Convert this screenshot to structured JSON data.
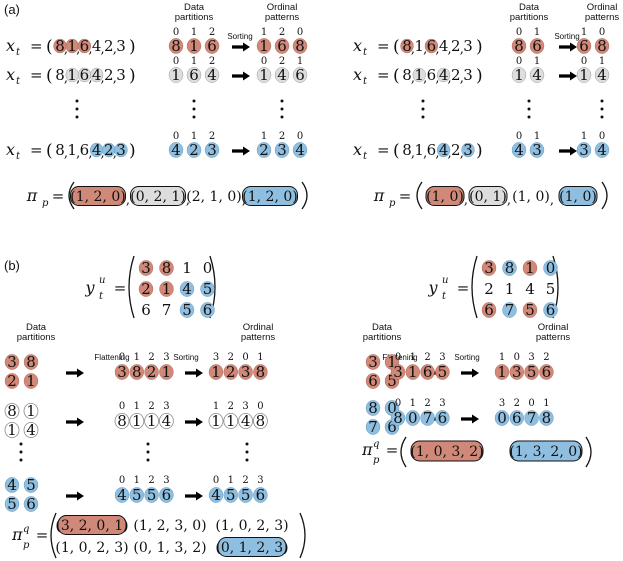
{
  "colors": {
    "red": "#d08878",
    "red_stroke": "#a86050",
    "blue": "#8fbfe0",
    "blue_stroke": "#5a90b8",
    "gray": "#dddddd",
    "gray_stroke": "#888888",
    "arrow": "#000000"
  },
  "panel_a": {
    "label": "(a)",
    "header_data": "Data\npartitions",
    "header_ordinal": "Ordinal\npatterns",
    "sorting": "Sorting",
    "xt": "x",
    "xt_sub": "t",
    "left": {
      "rows": [
        {
          "seq": [
            "8",
            "1",
            "6",
            "4",
            "2",
            "3"
          ],
          "hl": [
            0,
            1,
            2
          ],
          "color": "red",
          "idx": [
            "0",
            "1",
            "2"
          ],
          "part": [
            "8",
            "1",
            "6"
          ],
          "oidx": [
            "1",
            "2",
            "0"
          ],
          "ord": [
            "1",
            "6",
            "8"
          ]
        },
        {
          "seq": [
            "8",
            "1",
            "6",
            "4",
            "2",
            "3"
          ],
          "hl": [
            1,
            2,
            3
          ],
          "color": "gray",
          "idx": [
            "0",
            "1",
            "2"
          ],
          "part": [
            "1",
            "6",
            "4"
          ],
          "oidx": [
            "0",
            "2",
            "1"
          ],
          "ord": [
            "1",
            "4",
            "6"
          ]
        },
        {
          "seq": [
            "8",
            "1",
            "6",
            "4",
            "2",
            "3"
          ],
          "hl": [
            3,
            4,
            5
          ],
          "color": "blue",
          "idx": [
            "0",
            "1",
            "2"
          ],
          "part": [
            "4",
            "2",
            "3"
          ],
          "oidx": [
            "1",
            "2",
            "0"
          ],
          "ord": [
            "2",
            "3",
            "4"
          ]
        }
      ],
      "pi_label": "π",
      "pi_sub": "p",
      "pi_items": [
        {
          "text": "(1, 2, 0)",
          "color": "red"
        },
        {
          "text": "(0, 2, 1)",
          "color": "gray"
        },
        {
          "text": "(2, 1, 0)",
          "color": "none"
        },
        {
          "text": "(1, 2, 0)",
          "color": "blue"
        }
      ]
    },
    "right": {
      "rows": [
        {
          "seq": [
            "8",
            "1",
            "6",
            "4",
            "2",
            "3"
          ],
          "hl": [
            0,
            2
          ],
          "color": "red",
          "idx": [
            "0",
            "1"
          ],
          "part": [
            "8",
            "6"
          ],
          "oidx": [
            "1",
            "0"
          ],
          "ord": [
            "6",
            "8"
          ]
        },
        {
          "seq": [
            "8",
            "1",
            "6",
            "4",
            "2",
            "3"
          ],
          "hl": [
            1,
            3
          ],
          "color": "gray",
          "idx": [
            "0",
            "1"
          ],
          "part": [
            "1",
            "4"
          ],
          "oidx": [
            "0",
            "1"
          ],
          "ord": [
            "1",
            "4"
          ]
        },
        {
          "seq": [
            "8",
            "1",
            "6",
            "4",
            "2",
            "3"
          ],
          "hl": [
            3,
            5
          ],
          "color": "blue",
          "idx": [
            "0",
            "1"
          ],
          "part": [
            "4",
            "3"
          ],
          "oidx": [
            "1",
            "0"
          ],
          "ord": [
            "3",
            "4"
          ]
        }
      ],
      "pi_items": [
        {
          "text": "(1, 0)",
          "color": "red"
        },
        {
          "text": "(0, 1)",
          "color": "gray"
        },
        {
          "text": "(1, 0)",
          "color": "none"
        },
        {
          "text": "(1, 0)",
          "color": "blue"
        }
      ]
    }
  },
  "panel_b": {
    "label": "(b)",
    "y_label": "y",
    "y_sup": "u",
    "y_sub": "t",
    "header_data": "Data\npartitions",
    "header_ordinal": "Ordinal\npatterns",
    "flattening": "Flattening",
    "sorting": "Sorting",
    "pi_label": "π",
    "pi_sup": "q",
    "pi_sub": "p",
    "left": {
      "matrix": [
        [
          "3",
          "8",
          "1",
          "0"
        ],
        [
          "2",
          "1",
          "4",
          "5"
        ],
        [
          "6",
          "7",
          "5",
          "6"
        ]
      ],
      "matrix_colors": [
        [
          "red",
          "red",
          "",
          ""
        ],
        [
          "red",
          "red",
          "blue",
          "blue"
        ],
        [
          "",
          "",
          "blue",
          "blue"
        ]
      ],
      "rows": [
        {
          "part": [
            [
              "3",
              "8"
            ],
            [
              "2",
              "1"
            ]
          ],
          "color": "red",
          "fidx": [
            "0",
            "1",
            "2",
            "3"
          ],
          "flat": [
            "3",
            "8",
            "2",
            "1"
          ],
          "oidx": [
            "3",
            "2",
            "0",
            "1"
          ],
          "ord": [
            "1",
            "2",
            "3",
            "8"
          ]
        },
        {
          "part": [
            [
              "8",
              "1"
            ],
            [
              "1",
              "4"
            ]
          ],
          "color": "outline",
          "fidx": [
            "0",
            "1",
            "2",
            "3"
          ],
          "flat": [
            "8",
            "1",
            "1",
            "4"
          ],
          "oidx": [
            "1",
            "2",
            "3",
            "0"
          ],
          "ord": [
            "1",
            "1",
            "4",
            "8"
          ]
        },
        {
          "part": [
            [
              "4",
              "5"
            ],
            [
              "5",
              "6"
            ]
          ],
          "color": "blue",
          "fidx": [
            "0",
            "1",
            "2",
            "3"
          ],
          "flat": [
            "4",
            "5",
            "5",
            "6"
          ],
          "oidx": [
            "0",
            "1",
            "2",
            "3"
          ],
          "ord": [
            "4",
            "5",
            "5",
            "6"
          ]
        }
      ],
      "pi_top": [
        {
          "text": "(3, 2, 0, 1)",
          "color": "red"
        },
        {
          "text": "(1, 2, 3, 0)",
          "color": "none"
        },
        {
          "text": "(1, 0, 2, 3)",
          "color": "none"
        }
      ],
      "pi_bottom": [
        {
          "text": "(1, 0, 2, 3)",
          "color": "none"
        },
        {
          "text": "(0, 1, 3, 2)",
          "color": "none"
        },
        {
          "text": "(0, 1, 2, 3)",
          "color": "blue"
        }
      ]
    },
    "right": {
      "matrix": [
        [
          "3",
          "8",
          "1",
          "0"
        ],
        [
          "2",
          "1",
          "4",
          "5"
        ],
        [
          "6",
          "7",
          "5",
          "6"
        ]
      ],
      "matrix_colors": [
        [
          "red",
          "blue",
          "red",
          "blue"
        ],
        [
          "",
          "",
          "",
          ""
        ],
        [
          "red",
          "blue",
          "red",
          "blue"
        ]
      ],
      "rows": [
        {
          "part": [
            [
              "3",
              "1"
            ],
            [
              "6",
              "5"
            ]
          ],
          "color": "red",
          "fidx": [
            "0",
            "1",
            "2",
            "3"
          ],
          "flat": [
            "3",
            "1",
            "6",
            "5"
          ],
          "oidx": [
            "1",
            "0",
            "3",
            "2"
          ],
          "ord": [
            "1",
            "3",
            "5",
            "6"
          ]
        },
        {
          "part": [
            [
              "8",
              "0"
            ],
            [
              "7",
              "6"
            ]
          ],
          "color": "blue",
          "fidx": [
            "0",
            "1",
            "2",
            "3"
          ],
          "flat": [
            "8",
            "0",
            "7",
            "6"
          ],
          "oidx": [
            "3",
            "2",
            "0",
            "1"
          ],
          "ord": [
            "0",
            "6",
            "7",
            "8"
          ]
        }
      ],
      "pi_items": [
        {
          "text": "(1, 0, 3, 2)",
          "color": "red"
        },
        {
          "text": "(1, 3, 2, 0)",
          "color": "blue"
        }
      ]
    }
  }
}
